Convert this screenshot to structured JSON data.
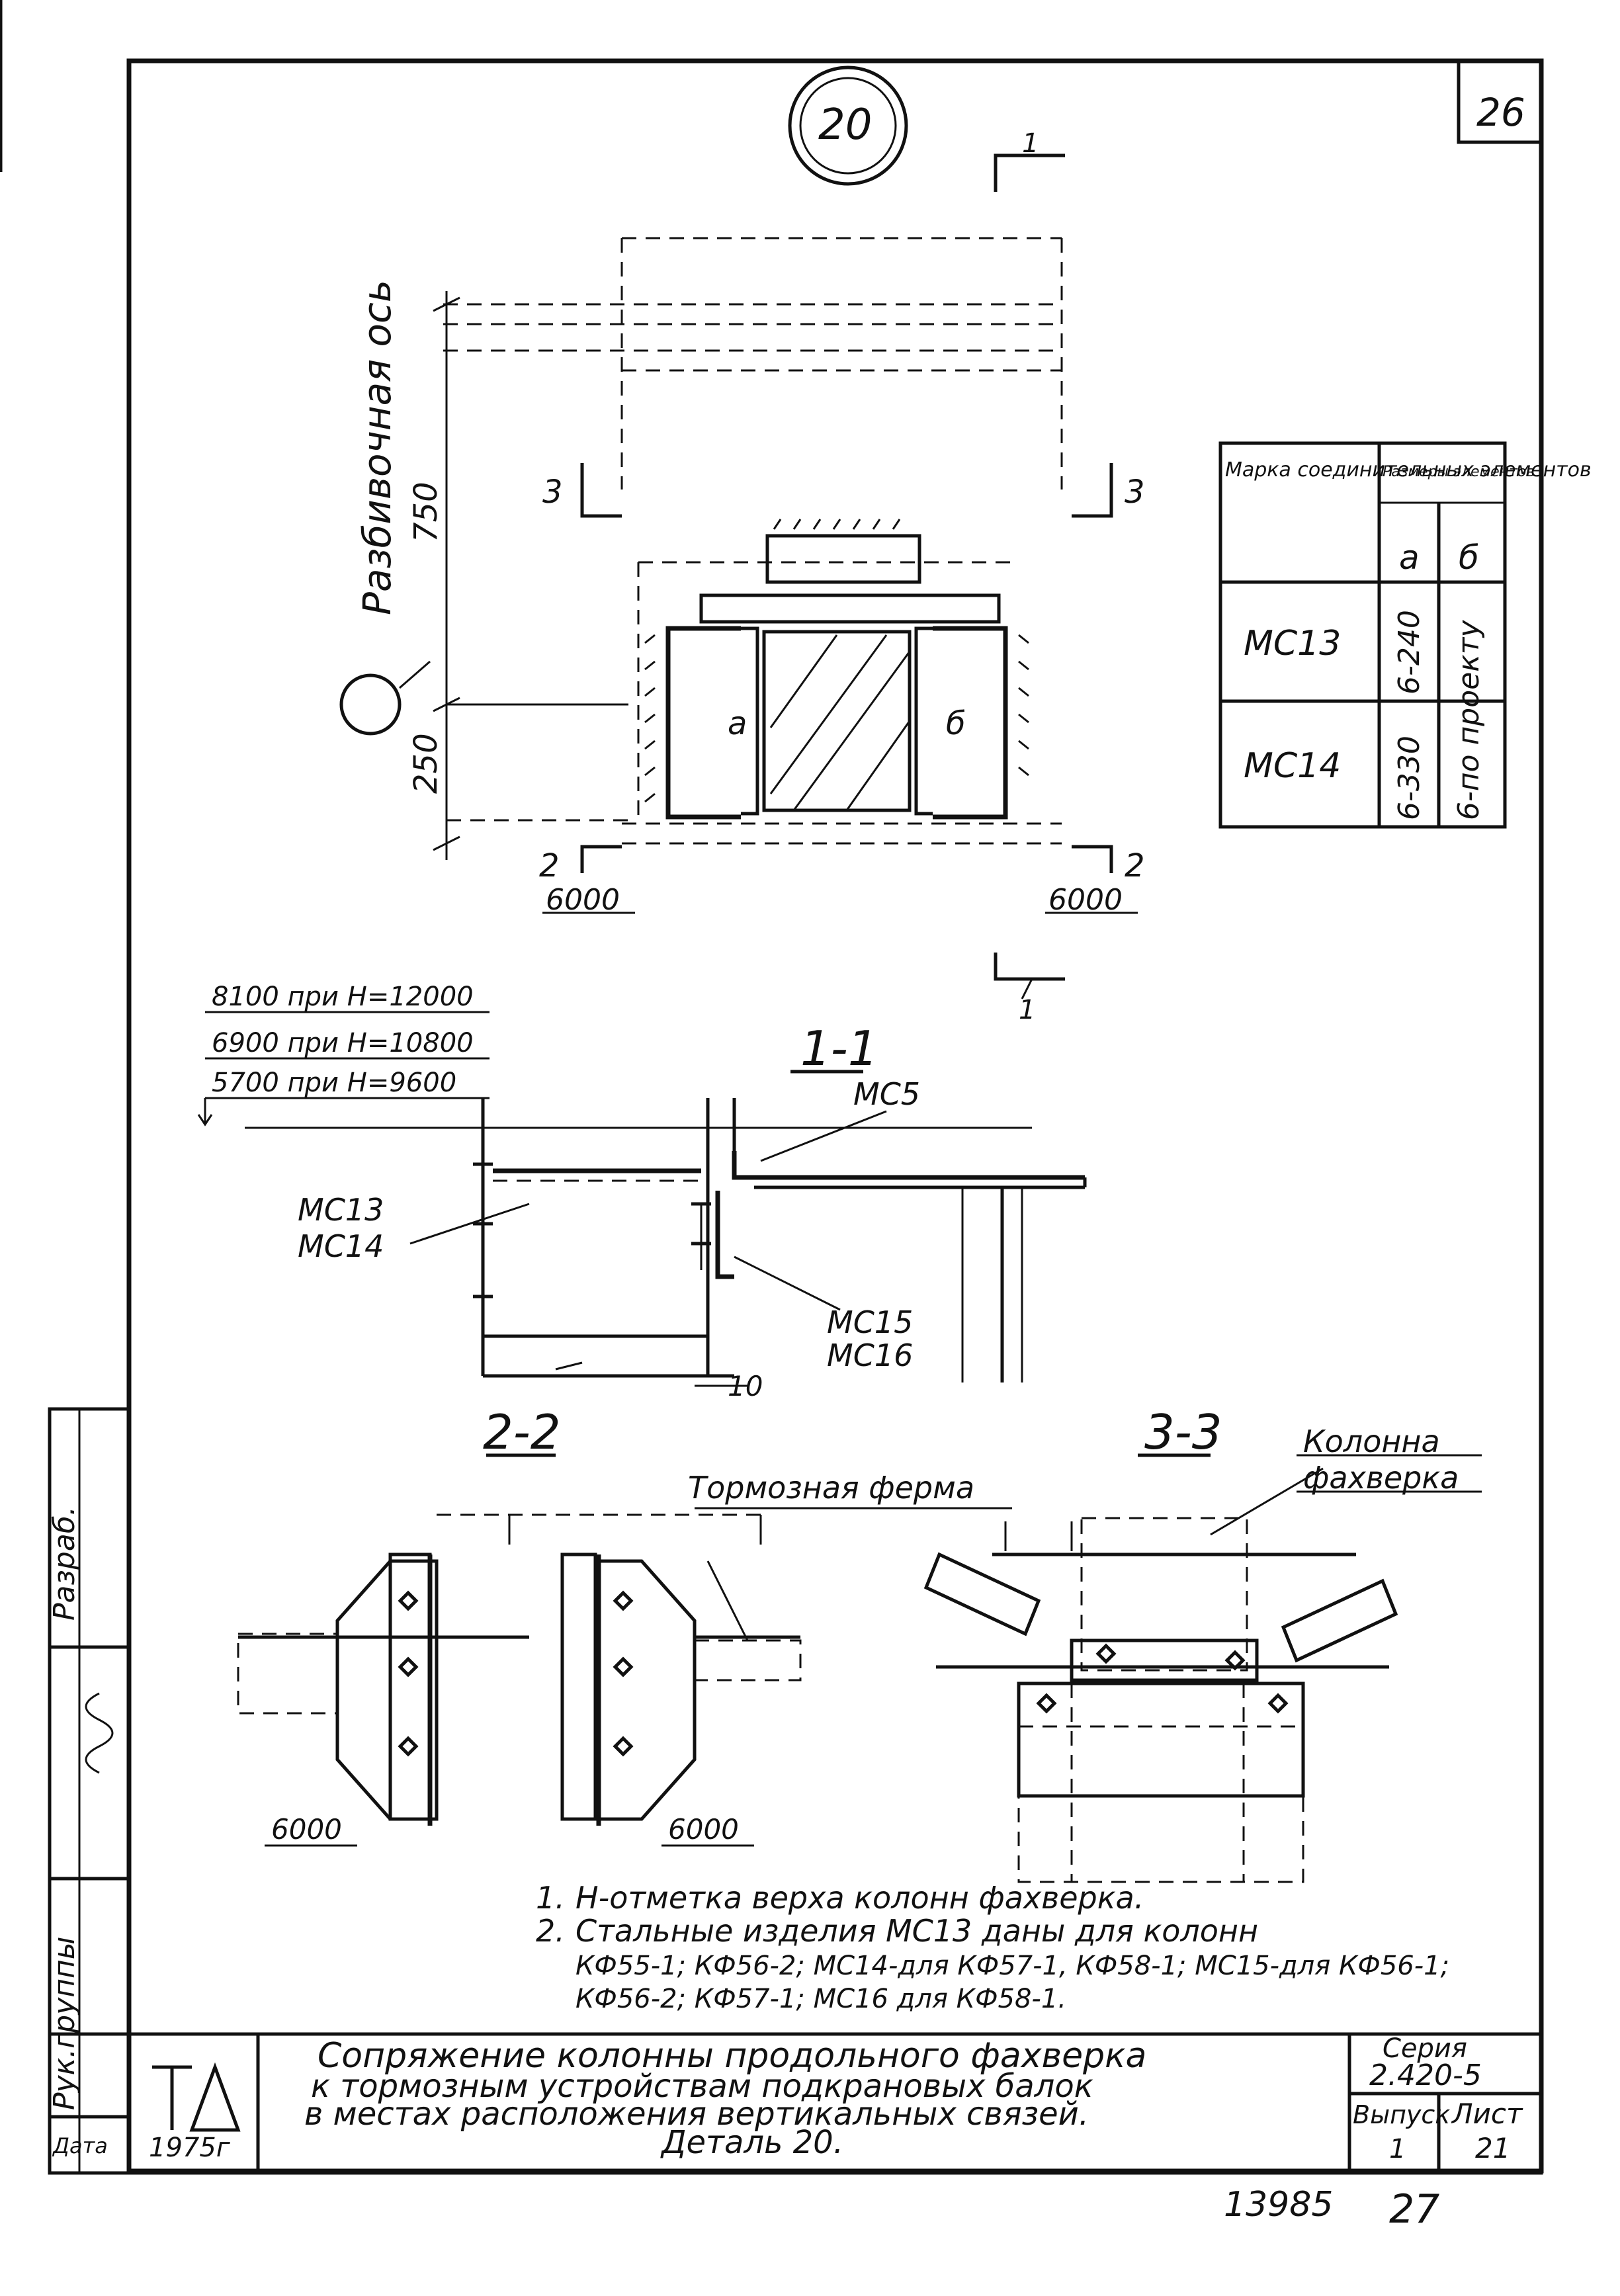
{
  "sheet": {
    "number_top": "26",
    "detail_circle": "20",
    "sheet_code": "13985",
    "page_number": "27"
  },
  "plan": {
    "axis_label": "Разбивочная ось",
    "dim_750": "750",
    "dim_250": "250",
    "left_6000": "6000",
    "right_6000": "6000",
    "section1_mark": "1",
    "section2_mark": "2",
    "section3_mark": "3",
    "part_a": "а",
    "part_b": "б"
  },
  "mark_table": {
    "header_col1": "Марка соединительных элементов",
    "header_col2": "Размеры элементов",
    "sub_a": "а",
    "sub_b": "б",
    "rows": [
      {
        "mark": "МС13",
        "a": "6-240",
        "b": "6-по проекту"
      },
      {
        "mark": "МС14",
        "a": "6-330",
        "b": ""
      }
    ]
  },
  "section_1_1": {
    "title": "1-1",
    "level_1": "8100 при Н=12000",
    "level_2": "6900 при Н=10800",
    "level_3": "5700 при Н=9600",
    "label_mc5": "МС5",
    "label_mc13": "МС13",
    "label_mc14": "МС14",
    "label_mc15": "МС15",
    "label_mc16": "МС16",
    "dim_10": "10"
  },
  "section_2_2": {
    "title": "2-2",
    "brake_truss": "Тормозная ферма",
    "left_6000": "6000",
    "right_6000": "6000"
  },
  "section_3_3": {
    "title": "3-3",
    "column_label_1": "Колонна",
    "column_label_2": "фахверка"
  },
  "notes": {
    "note1_num": "1.",
    "note1": "Н-отметка верха колонн фахверка.",
    "note2_num": "2.",
    "note2_line1": "Стальные изделия МС13 даны для колонн",
    "note2_line2": "КФ55-1; КФ56-2; МС14-для КФ57-1, КФ58-1; МС15-для КФ56-1;",
    "note2_line3": "КФ56-2; КФ57-1; МС16 для КФ58-1."
  },
  "title_block": {
    "logo": "ТД",
    "year": "1975г",
    "title_line1": "Сопряжение колонны продольного фахверка",
    "title_line2": "к тормозным устройствам подкрановых балок",
    "title_line3": "в местах расположения вертикальных связей.",
    "title_line4": "Деталь 20.",
    "series_label": "Серия",
    "series_value": "2.420-5",
    "issue_label": "Выпуск",
    "issue_value": "1",
    "sheet_label": "Лист",
    "sheet_value": "21"
  },
  "side_strip": {
    "cell1": "Разраб.",
    "cell2": "Рук.группы",
    "cell3": "Дата"
  }
}
